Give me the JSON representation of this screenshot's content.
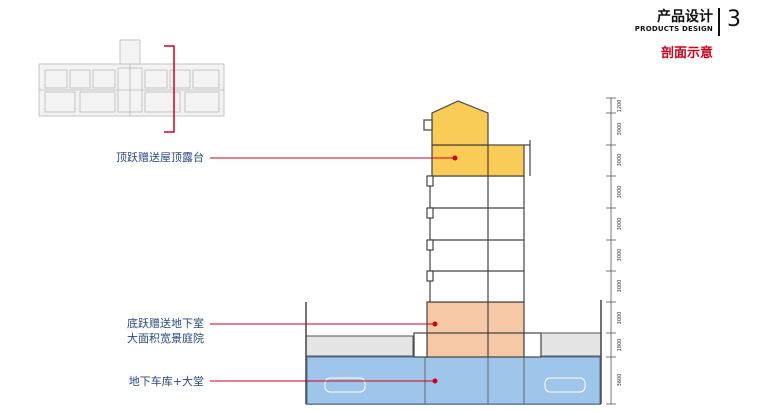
{
  "header": {
    "title": "产品设计",
    "subtitle": "PRODUCTS DESIGN",
    "page_number": "3",
    "section": "剖面示意"
  },
  "annotations": [
    {
      "text": "顶跃赠送屋顶露台"
    },
    {
      "text": "底跃赠送地下室\n大面积宽景庭院"
    },
    {
      "text": "地下车库+大堂"
    }
  ],
  "annotation_lines": [
    "底跃赠送地下室",
    "大面积宽景庭院"
  ],
  "dimensions": [
    "1200",
    "3000",
    "3000",
    "3000",
    "3000",
    "3000",
    "3000",
    "3000",
    "1800",
    "3600"
  ],
  "colors": {
    "accent_red": "#d0021b",
    "label_blue": "#2b4a7a",
    "roof_yellow": "#f8cc56",
    "basement_peach": "#f6c8a6",
    "garage_blue": "#9fc5ea"
  }
}
